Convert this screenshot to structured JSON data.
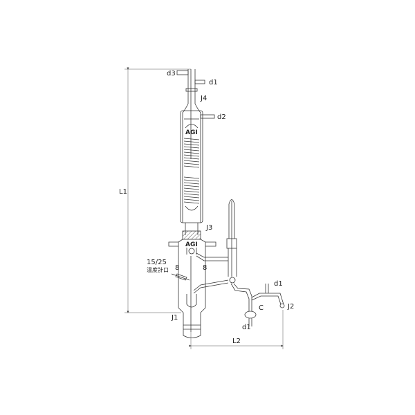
{
  "labels": {
    "d3_top": "d3",
    "d1_top": "d1",
    "j4": "J4",
    "d2": "d2",
    "agi_upper": "AGI",
    "l1": "L1",
    "j3": "J3",
    "agi_lower": "AGI",
    "thermo_size": "15/25",
    "thermo_port": "温度計口",
    "d1_right": "d1",
    "c": "C",
    "j2": "J2",
    "d1_bottom": "d1",
    "j1": "J1",
    "l2": "L2"
  },
  "colors": {
    "line": "#333333",
    "background": "#ffffff"
  }
}
